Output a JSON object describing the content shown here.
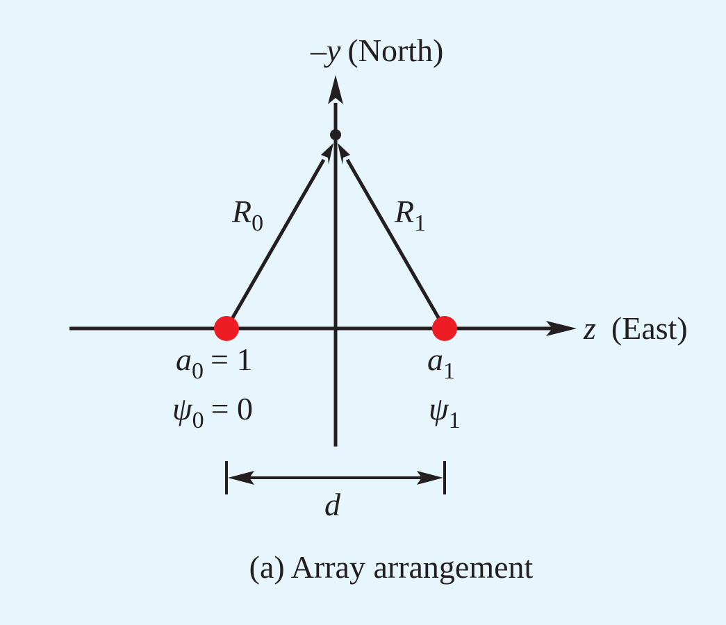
{
  "colors": {
    "background": "#e7f5fd",
    "line": "#231f20",
    "element_dot": "#ee1c25"
  },
  "labels": {
    "y_axis_sign": "–",
    "y_axis_var": "y",
    "y_axis_name": "(North)",
    "z_axis_var": "z",
    "z_axis_name": "(East)",
    "r0_var": "R",
    "r0_sub": "0",
    "r1_var": "R",
    "r1_sub": "1",
    "a0_var": "a",
    "a0_sub": "0",
    "a0_rest": "= 1",
    "psi0_var": "ψ",
    "psi0_sub": "0",
    "psi0_rest": "= 0",
    "a1_var": "a",
    "a1_sub": "1",
    "psi1_var": "ψ",
    "psi1_sub": "1",
    "spacing": "d",
    "caption": "(a)  Array arrangement"
  }
}
